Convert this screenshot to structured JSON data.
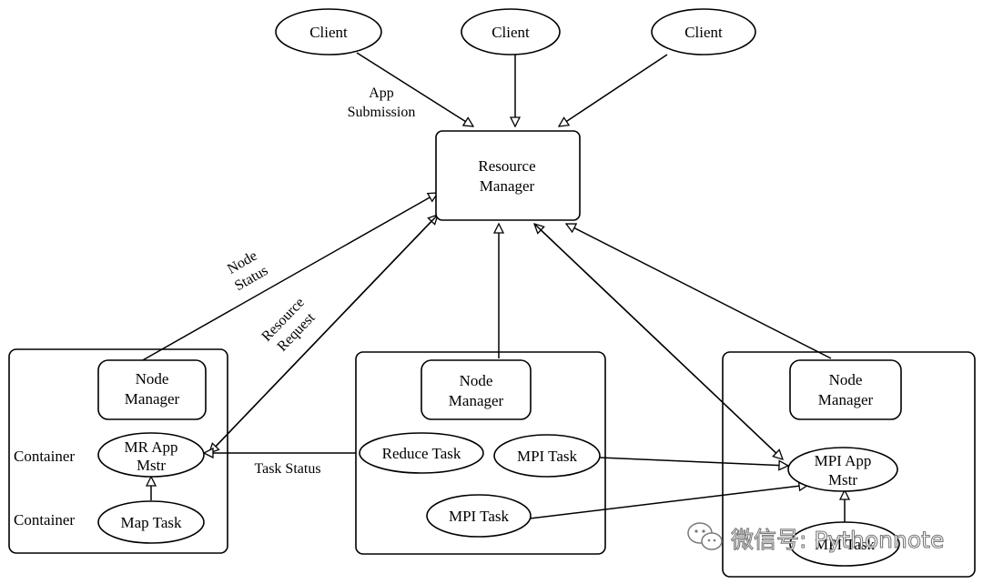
{
  "nodes": {
    "client1": "Client",
    "client2": "Client",
    "client3": "Client",
    "resource_manager": [
      "Resource",
      "Manager"
    ],
    "node_manager_1": [
      "Node",
      "Manager"
    ],
    "node_manager_2": [
      "Node",
      "Manager"
    ],
    "node_manager_3": [
      "Node",
      "Manager"
    ],
    "mr_app_master": [
      "MR App",
      "Mstr"
    ],
    "map_task": "Map Task",
    "reduce_task": "Reduce Task",
    "mpi_task_1": "MPI Task",
    "mpi_task_2": "MPI  Task",
    "mpi_app_master": [
      "MPI App",
      "Mstr"
    ],
    "mpi_task_3": "MPI Task"
  },
  "labels": {
    "container_1": "Container",
    "container_2": "Container",
    "app_submission": [
      "App",
      "Submission"
    ],
    "node_status": [
      "Node",
      "Status"
    ],
    "resource_request": [
      "Resource",
      "Request"
    ],
    "task_status": "Task Status"
  },
  "watermark": {
    "text": "微信号: Pythonnote",
    "icon": "wechat-icon"
  },
  "colors": {
    "stroke": "#000000",
    "background": "#ffffff",
    "watermark_outline": "#7a7a7a"
  }
}
